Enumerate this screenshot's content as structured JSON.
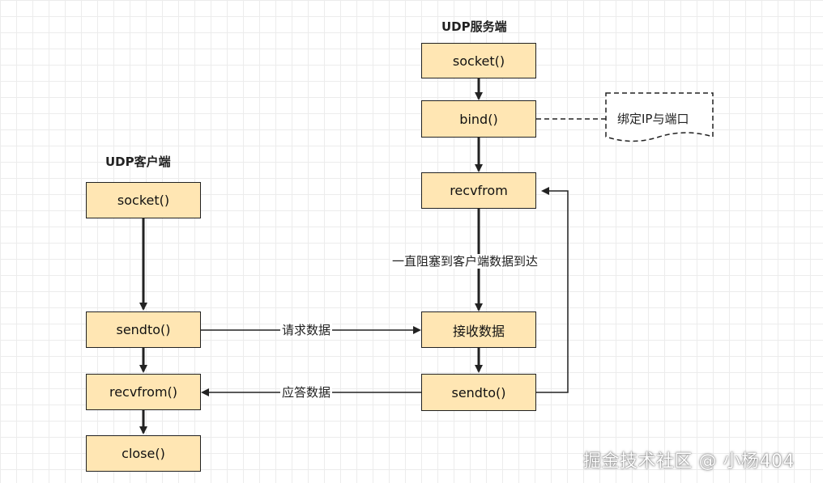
{
  "server": {
    "title": "UDP服务端",
    "socket": "socket()",
    "bind": "bind()",
    "recvfrom": "recvfrom",
    "receive_data": "接收数据",
    "sendto": "sendto()",
    "bind_note": "绑定IP与端口",
    "block_note": "一直阻塞到客户端数据到达"
  },
  "client": {
    "title": "UDP客户端",
    "socket": "socket()",
    "sendto": "sendto()",
    "recvfrom": "recvfrom()",
    "close": "close()"
  },
  "arrows": {
    "request": "请求数据",
    "response": "应答数据"
  },
  "colors": {
    "box_fill": "#ffe6b3",
    "stroke": "#222222"
  },
  "watermark": "掘金技术社区 @ 小杨404"
}
